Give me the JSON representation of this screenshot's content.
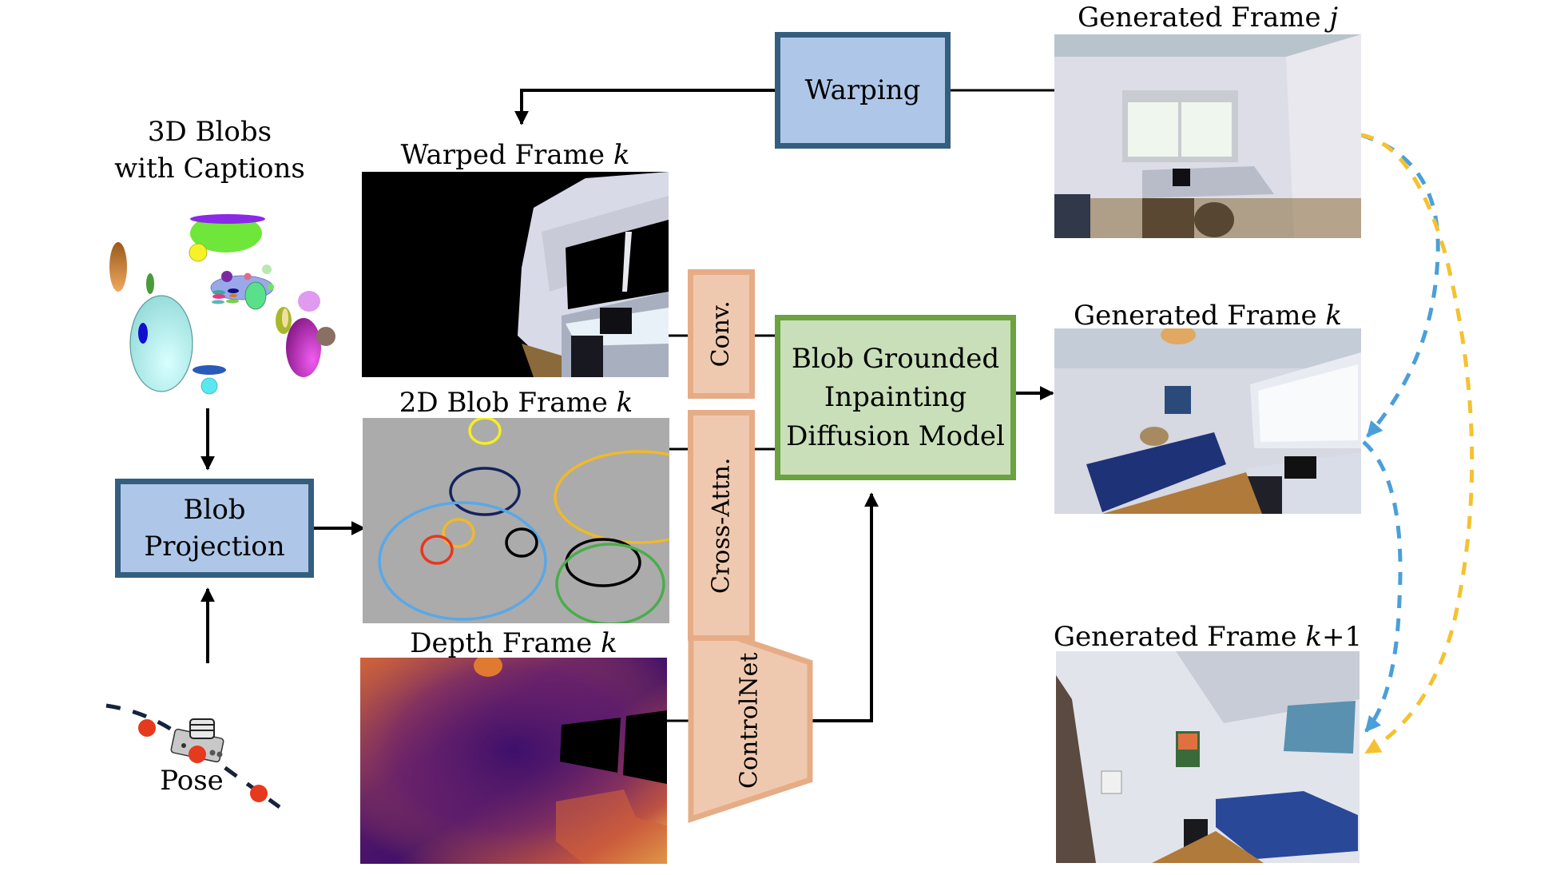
{
  "inputs": {
    "blobs_title_line1": "3D Blobs",
    "blobs_title_line2": "with Captions",
    "pose_label": "Pose"
  },
  "modules": {
    "warping": "Warping",
    "blob_projection_line1": "Blob",
    "blob_projection_line2": "Projection",
    "conv": "Conv.",
    "cross_attn": "Cross-Attn.",
    "controlnet": "ControlNet",
    "diffusion_line1": "Blob Grounded",
    "diffusion_line2": "Inpainting",
    "diffusion_line3": "Diffusion Model"
  },
  "frames": {
    "warped": {
      "title": "Warped Frame",
      "var": "k"
    },
    "blob2d": {
      "title": "2D Blob Frame",
      "var": "k"
    },
    "depth": {
      "title": "Depth Frame",
      "var": "k"
    },
    "gen_j": {
      "title": "Generated Frame",
      "var": "j"
    },
    "gen_k": {
      "title": "Generated Frame",
      "var": "k"
    },
    "gen_k1": {
      "title": "Generated Frame",
      "var": "k",
      "suffix": "+1"
    }
  },
  "colors": {
    "module_blue_fill": "#aec7e8",
    "module_blue_border": "#345e80",
    "module_green_fill": "#c9dfb9",
    "module_green_border": "#6aa33f",
    "module_peach_fill": "#efc9af",
    "module_peach_border": "#e6ac86",
    "dashed_blue": "#4a9fd8",
    "dashed_yellow": "#f4c230",
    "pose_point": "#e63a1e"
  }
}
